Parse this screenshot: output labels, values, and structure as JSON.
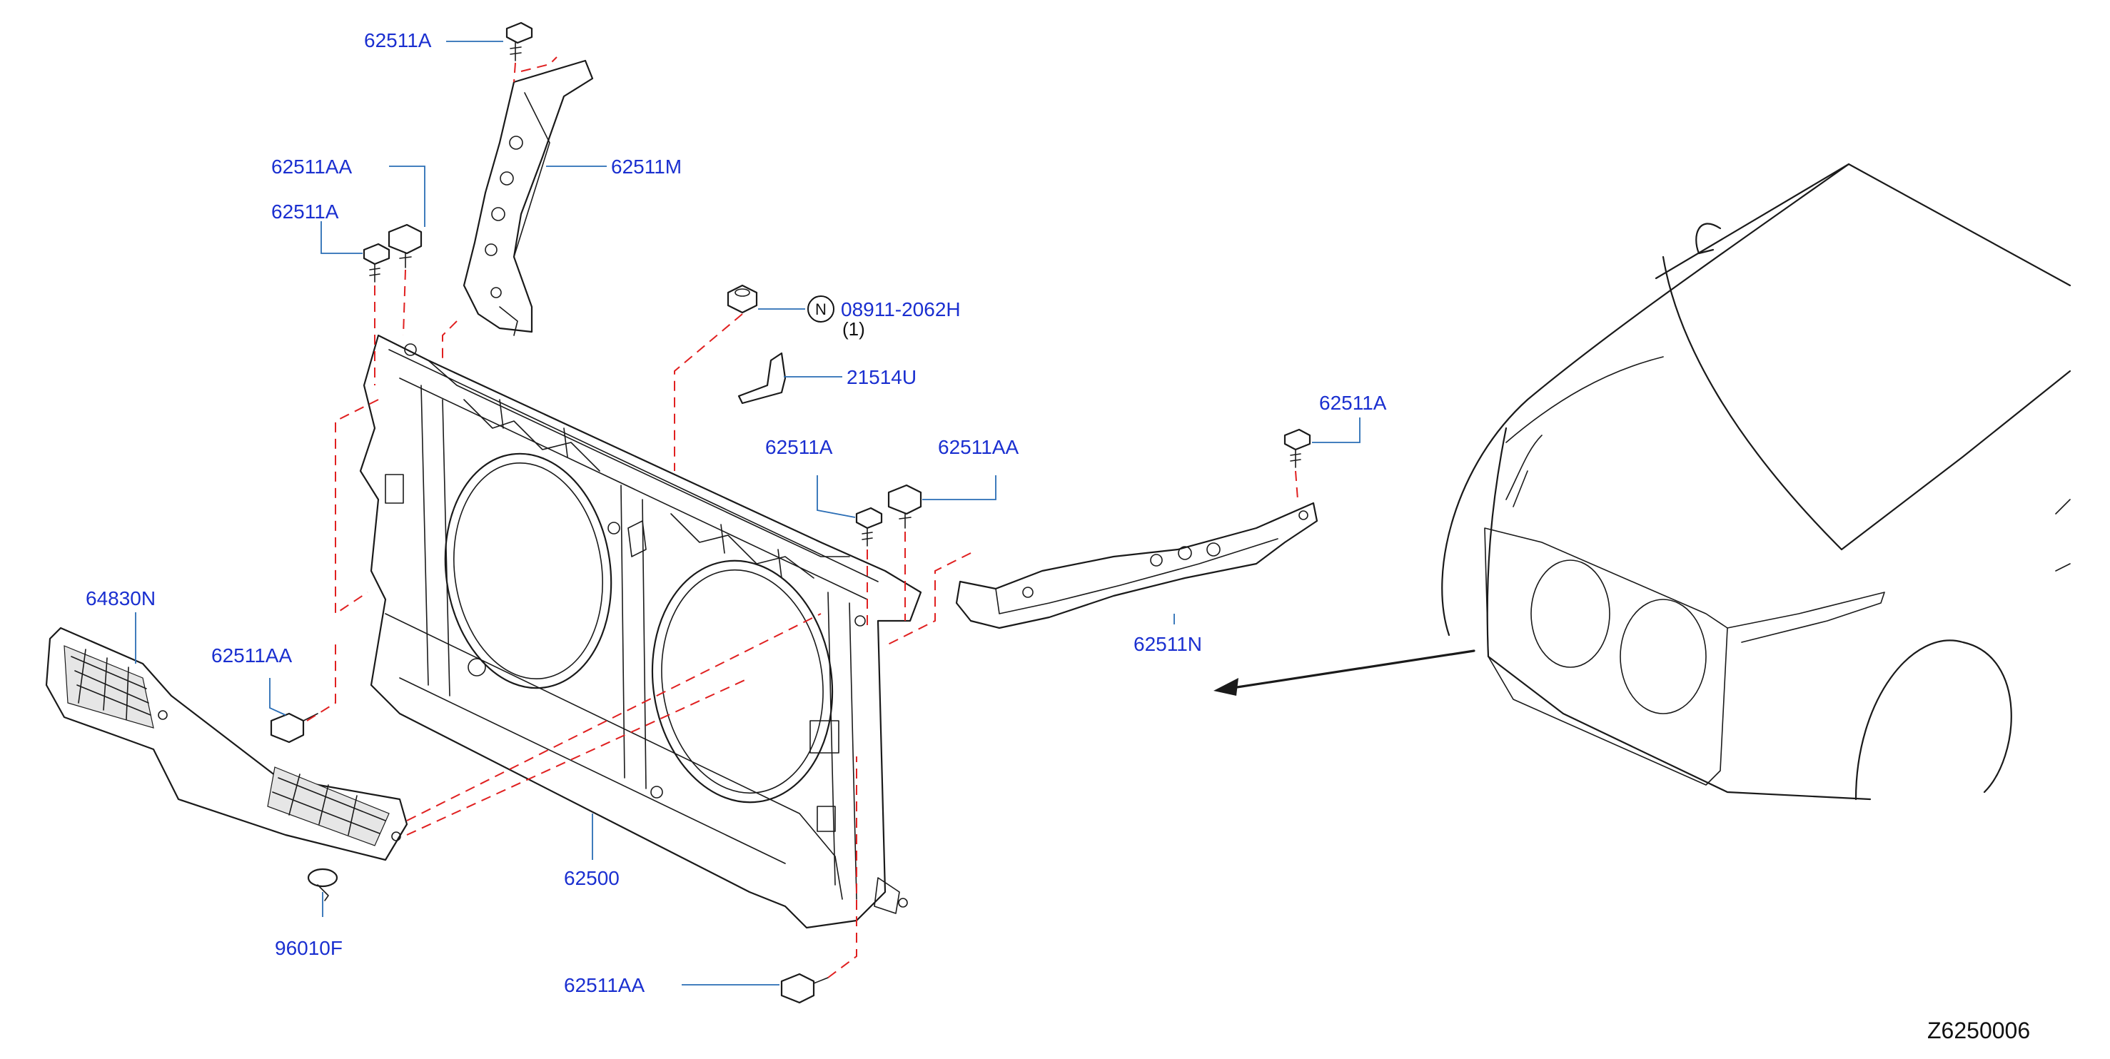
{
  "diagram_code": "Z6250006",
  "callouts": {
    "c01": "62511A",
    "c02": "62511AA",
    "c03": "62511A",
    "c04": "62511M",
    "c05": "08911-2062H",
    "c05_qty": "(1)",
    "c05_badge": "N",
    "c06": "21514U",
    "c07": "62511A",
    "c08": "62511AA",
    "c09": "62511A",
    "c10": "62511N",
    "c11": "64830N",
    "c12": "62511AA",
    "c13": "62500",
    "c14": "96010F",
    "c15": "62511AA"
  },
  "colors": {
    "label": "#1a2fd0",
    "leader": "#2a6db5",
    "dash": "#e02020",
    "linework": "#1a1a1a"
  }
}
